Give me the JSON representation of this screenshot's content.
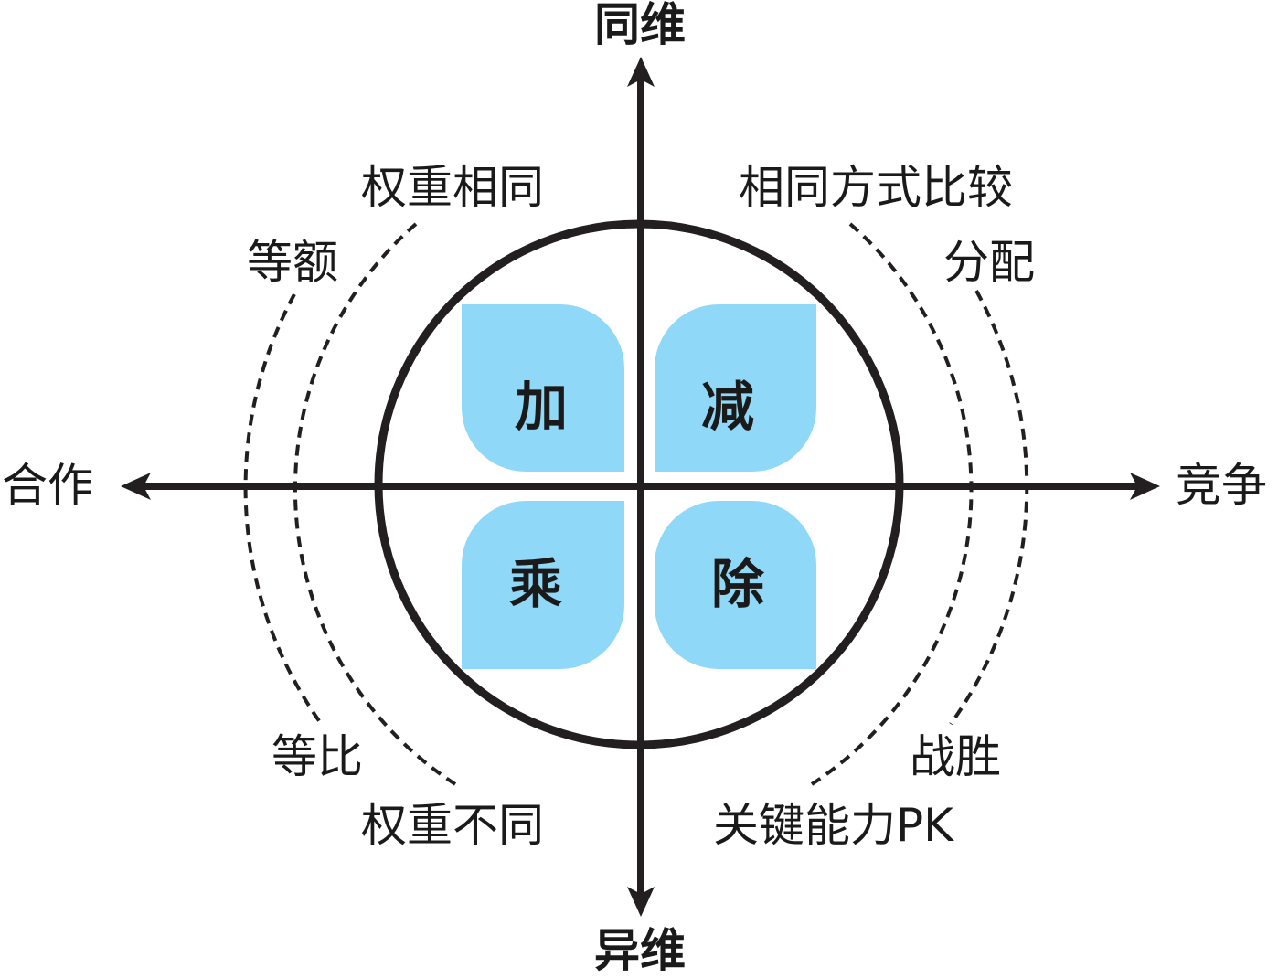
{
  "axes": {
    "top": "同维",
    "bottom": "异维",
    "left": "合作",
    "right": "竞争"
  },
  "quadrants": {
    "top_left": "加",
    "top_right": "减",
    "bottom_left": "乘",
    "bottom_right": "除"
  },
  "arc_labels": {
    "top_left_inner": "权重相同",
    "top_left_outer": "等额",
    "top_right_inner": "相同方式比较",
    "top_right_outer": "分配",
    "bottom_left_outer": "等比",
    "bottom_left_inner": "权重不同",
    "bottom_right_outer": "战胜",
    "bottom_right_inner": "关键能力PK"
  },
  "colors": {
    "quadrant_fill": "#90D8F7",
    "line": "#231f20"
  }
}
